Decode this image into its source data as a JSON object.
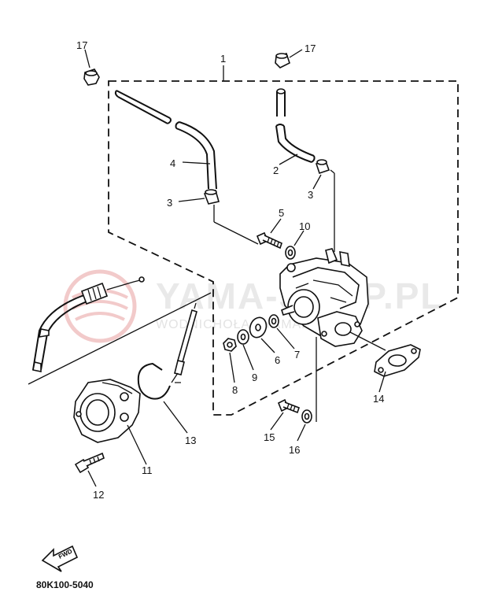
{
  "watermark": {
    "main": "YAMA-SHOP.PL",
    "sub": "WODNICHOŁAS  YAMAHA",
    "logo_color": "#e8a0a0"
  },
  "callouts": {
    "c1": "1",
    "c2": "2",
    "c3a": "3",
    "c3b": "3",
    "c4": "4",
    "c5": "5",
    "c6": "6",
    "c7": "7",
    "c8": "8",
    "c9": "9",
    "c10": "10",
    "c11": "11",
    "c12": "12",
    "c13": "13",
    "c14": "14",
    "c15": "15",
    "c16": "16",
    "c17a": "17",
    "c17b": "17"
  },
  "fwd_arrow": "FWD",
  "figure_code": "80K100-5040"
}
